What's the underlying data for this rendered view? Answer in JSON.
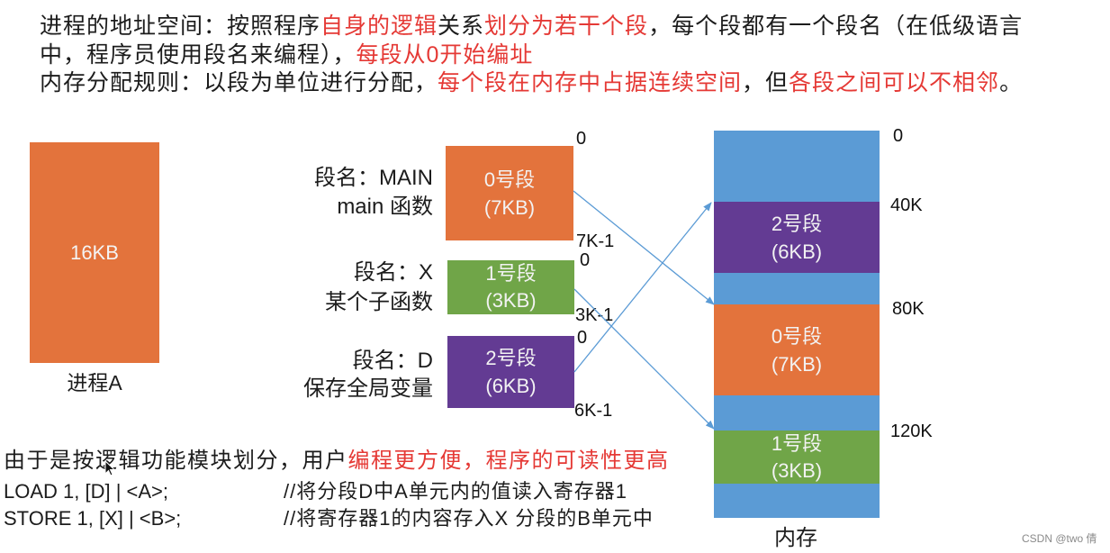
{
  "intro": {
    "line1": [
      "进程的地址空间：按照程序",
      "自身的逻辑",
      "关系",
      "划分为若干个段",
      "，每个段都有一个段名（在低级语言"
    ],
    "line2": [
      "中，程序员使用段名来编程），",
      "每段从0开始编址"
    ],
    "line3": [
      "内存分配规则：以段为单位进行分配，",
      "每个段在内存中占据连续空间",
      "，但",
      "各段之间可以不相邻",
      "。"
    ]
  },
  "process": {
    "size": "16KB",
    "label": "进程A"
  },
  "segments": [
    {
      "name_line1": "段名：MAIN",
      "name_line2": "main 函数",
      "title": "0号段",
      "size": "(7KB)",
      "start": "0",
      "end": "7K-1"
    },
    {
      "name_line1": "段名：X",
      "name_line2": "某个子函数",
      "title": "1号段",
      "size": "(3KB)",
      "start": "0",
      "end": "3K-1"
    },
    {
      "name_line1": "段名：D",
      "name_line2": "保存全局变量",
      "title": "2号段",
      "size": "(6KB)",
      "start": "0",
      "end": "6K-1"
    }
  ],
  "memory": {
    "label": "内存",
    "addresses": [
      "0",
      "40K",
      "80K",
      "120K"
    ],
    "blocks": [
      {
        "title": "2号段",
        "size": "(6KB)"
      },
      {
        "title": "0号段",
        "size": "(7KB)"
      },
      {
        "title": "1号段",
        "size": "(3KB)"
      }
    ]
  },
  "footer": {
    "summary": [
      "由于是按逻辑功能模块划分，用户",
      "编程更方便，程序的可读性更高"
    ],
    "instructions": [
      {
        "code": "LOAD 1, [D] | <A>;",
        "comment": "//将分段D中A单元内的值读入寄存器1"
      },
      {
        "code": "STORE 1, [X] | <B>;",
        "comment": "//将寄存器1的内容存入X 分段的B单元中"
      }
    ]
  },
  "watermark": "CSDN @two 倩",
  "icons": {
    "cursor": "mouse-cursor-icon",
    "arrows": "arrow-icon"
  },
  "colors": {
    "orange": "#e3733c",
    "green": "#70a548",
    "purple": "#633b93",
    "memory_blue": "#5b9bd5",
    "highlight_red": "#e53935",
    "arrow": "#5b9bd5"
  }
}
